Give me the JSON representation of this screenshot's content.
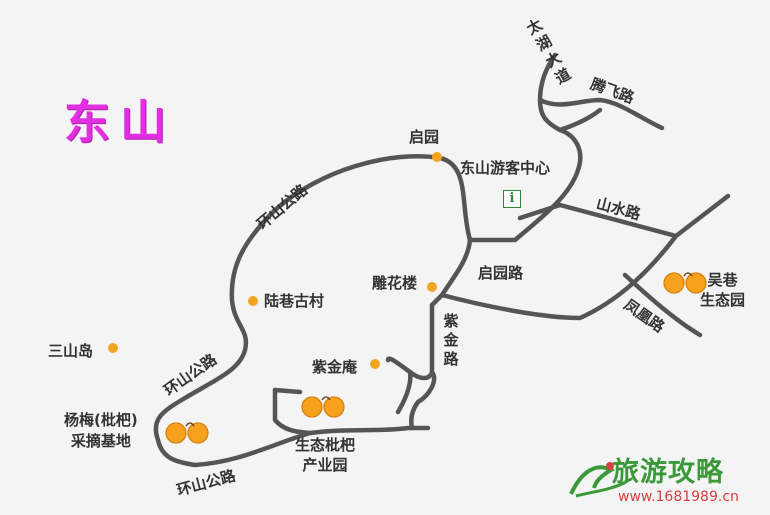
{
  "map": {
    "title": "东山",
    "places": {
      "qiyuan": "启园",
      "visitor_center": "东山游客中心",
      "info_symbol": "i",
      "luxiang": "陆巷古村",
      "sanshan": "三山岛",
      "diaohualou": "雕花楼",
      "zijinan": "紫金庵",
      "yangmei": "杨梅(枇杷)\n采摘基地",
      "pipa_park": "生态枇杷\n产业园",
      "wuxiang": "吴巷\n生态园"
    },
    "roads": {
      "taihu_avenue": "太湖大道",
      "tengfei": "腾飞路",
      "shanshui": "山水路",
      "fenghuang": "凤凰路",
      "qiyuan_road": "启园路",
      "zijin_road": "紫金路",
      "huanshan_1": "环山公路",
      "huanshan_2": "环山公路",
      "huanshan_3": "环山公路"
    },
    "colors": {
      "road": "#555555",
      "poi": "#f0a623",
      "title": "#e22fe2",
      "info": "#2e8b3e"
    }
  },
  "watermark": {
    "text": "旅游攻略",
    "url": "www.1681989.cn"
  }
}
